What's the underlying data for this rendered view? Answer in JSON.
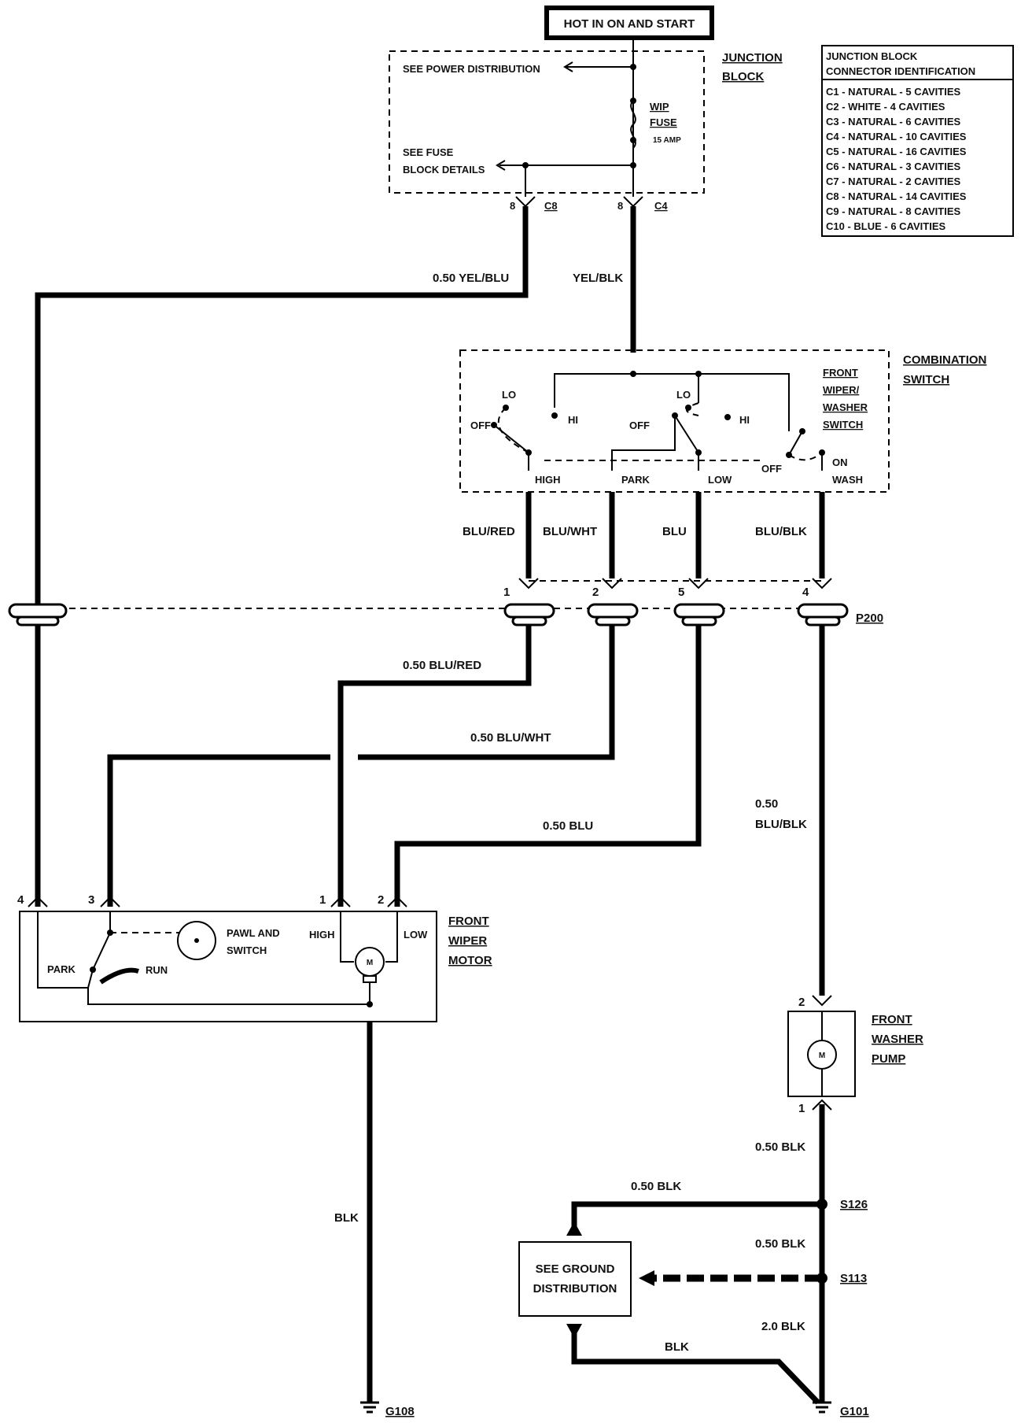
{
  "header": {
    "power_label": "HOT IN ON AND START"
  },
  "junction_block": {
    "title_1": "JUNCTION",
    "title_2": "BLOCK",
    "see_power": "SEE POWER DISTRIBUTION",
    "see_fuse_1": "SEE FUSE",
    "see_fuse_2": "BLOCK DETAILS",
    "fuse_1": "WIP",
    "fuse_2": "FUSE",
    "fuse_rating": "15 AMP",
    "c8_pin": "8",
    "c8": "C8",
    "c4_pin": "8",
    "c4": "C4"
  },
  "connector_table": {
    "title_1": "JUNCTION BLOCK",
    "title_2": "CONNECTOR IDENTIFICATION",
    "rows": [
      "C1 - NATURAL - 5 CAVITIES",
      "C2 - WHITE - 4 CAVITIES",
      "C3 - NATURAL - 6 CAVITIES",
      "C4 - NATURAL - 10 CAVITIES",
      "C5 - NATURAL - 16 CAVITIES",
      "C6 - NATURAL - 3 CAVITIES",
      "C7 - NATURAL - 2 CAVITIES",
      "C8 - NATURAL - 14 CAVITIES",
      "C9 - NATURAL - 8 CAVITIES",
      "C10 - BLUE - 6 CAVITIES"
    ]
  },
  "combination_switch": {
    "title_1": "COMBINATION",
    "title_2": "SWITCH",
    "sub_1": "FRONT",
    "sub_2": "WIPER/",
    "sub_3": "WASHER",
    "sub_4": "SWITCH",
    "lo_1": "LO",
    "hi_1": "HI",
    "off_1": "OFF",
    "lo_2": "LO",
    "hi_2": "HI",
    "off_2": "OFF",
    "off_3": "OFF",
    "on": "ON",
    "wash": "WASH",
    "out_high": "HIGH",
    "out_park": "PARK",
    "out_low": "LOW"
  },
  "wires": {
    "yel_blu": "0.50 YEL/BLU",
    "yel_blk": "YEL/BLK",
    "blu_red": "BLU/RED",
    "blu_wht": "BLU/WHT",
    "blu": "BLU",
    "blu_blk": "BLU/BLK",
    "w050_blu_red": "0.50 BLU/RED",
    "w050_blu_wht": "0.50 BLU/WHT",
    "w050_blu": "0.50 BLU",
    "w050_blu_blk_1": "0.50",
    "w050_blu_blk_2": "BLU/BLK",
    "blk_motor": "BLK",
    "blk_pump": "0.50 BLK",
    "blk_s126": "0.50 BLK",
    "blk_s113": "0.50 BLK",
    "blk_20": "2.0 BLK",
    "blk_ground": "BLK"
  },
  "p200": {
    "label": "P200",
    "pin1": "1",
    "pin2": "2",
    "pin5": "5",
    "pin4": "4"
  },
  "motor": {
    "title_1": "FRONT",
    "title_2": "WIPER",
    "title_3": "MOTOR",
    "pin4": "4",
    "pin3": "3",
    "pin1": "1",
    "pin2": "2",
    "pawl_1": "PAWL AND",
    "pawl_2": "SWITCH",
    "park": "PARK",
    "run": "RUN",
    "high": "HIGH",
    "low": "LOW",
    "m": "M"
  },
  "pump": {
    "title_1": "FRONT",
    "title_2": "WASHER",
    "title_3": "PUMP",
    "pin2": "2",
    "pin1": "1",
    "m": "M"
  },
  "grounds": {
    "g108": "G108",
    "g101": "G101",
    "s126": "S126",
    "s113": "S113",
    "see_ground_1": "SEE GROUND",
    "see_ground_2": "DISTRIBUTION"
  }
}
